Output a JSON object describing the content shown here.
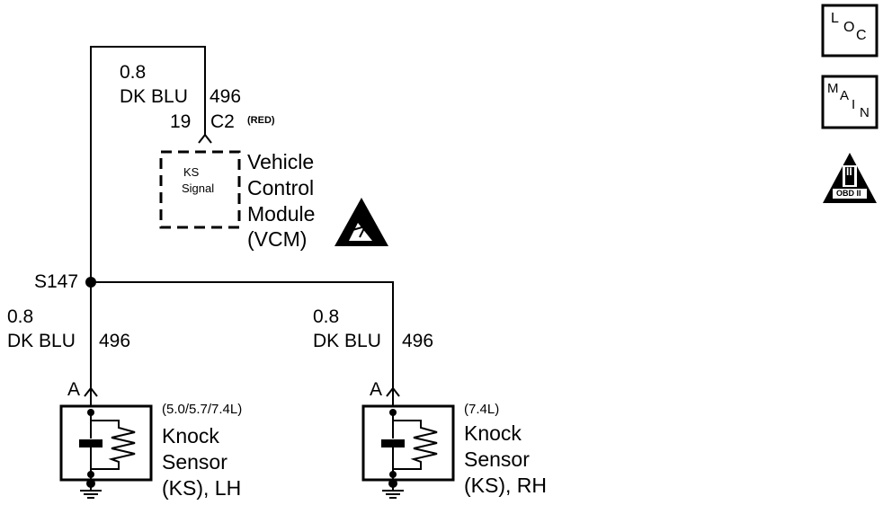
{
  "vcm_wire": {
    "gauge": "0.8",
    "color": "DK BLU",
    "circuit": "496",
    "pin": "19",
    "connector": "C2",
    "connector_color": "(RED)"
  },
  "vcm": {
    "inner_line1": "KS",
    "inner_line2": "Signal",
    "name_line1": "Vehicle",
    "name_line2": "Control",
    "name_line3": "Module",
    "name_line4": "(VCM)"
  },
  "splice": {
    "label": "S147"
  },
  "left_wire": {
    "gauge": "0.8",
    "color": "DK BLU",
    "circuit": "496",
    "terminal": "A"
  },
  "right_wire": {
    "gauge": "0.8",
    "color": "DK BLU",
    "circuit": "496",
    "terminal": "A"
  },
  "sensor_lh": {
    "applies": "(5.0/5.7/7.4L)",
    "line1": "Knock",
    "line2": "Sensor",
    "line3": "(KS), LH"
  },
  "sensor_rh": {
    "applies": "(7.4L)",
    "line1": "Knock",
    "line2": "Sensor",
    "line3": "(KS), RH"
  },
  "nav": {
    "loc_l": "L",
    "loc_o": "O",
    "loc_c": "C",
    "main_m": "M",
    "main_a": "A",
    "main_i": "I",
    "main_n": "N",
    "obd_label": "OBD II",
    "obd_numeral": "II"
  }
}
